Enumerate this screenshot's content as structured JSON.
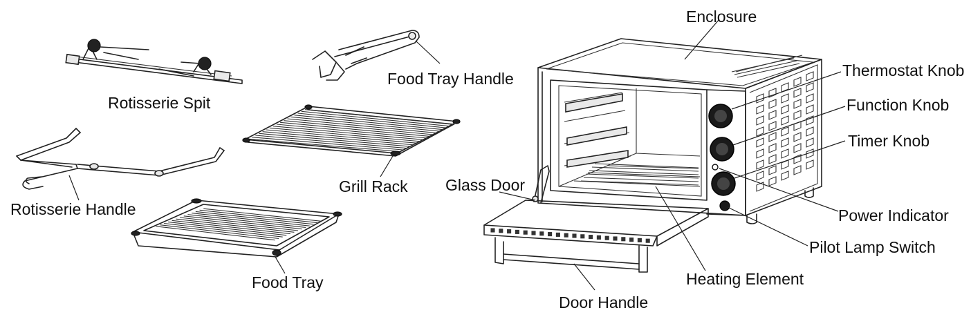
{
  "labels": {
    "enclosure": "Enclosure",
    "thermostat_knob": "Thermostat Knob",
    "function_knob": "Function Knob",
    "timer_knob": "Timer Knob",
    "power_indicator": "Power Indicator",
    "pilot_lamp_switch": "Pilot Lamp Switch",
    "heating_element": "Heating Element",
    "door_handle": "Door Handle",
    "glass_door": "Glass Door",
    "rotisserie_spit": "Rotisserie Spit",
    "rotisserie_handle": "Rotisserie Handle",
    "food_tray_handle": "Food Tray Handle",
    "grill_rack": "Grill Rack",
    "food_tray": "Food Tray"
  }
}
